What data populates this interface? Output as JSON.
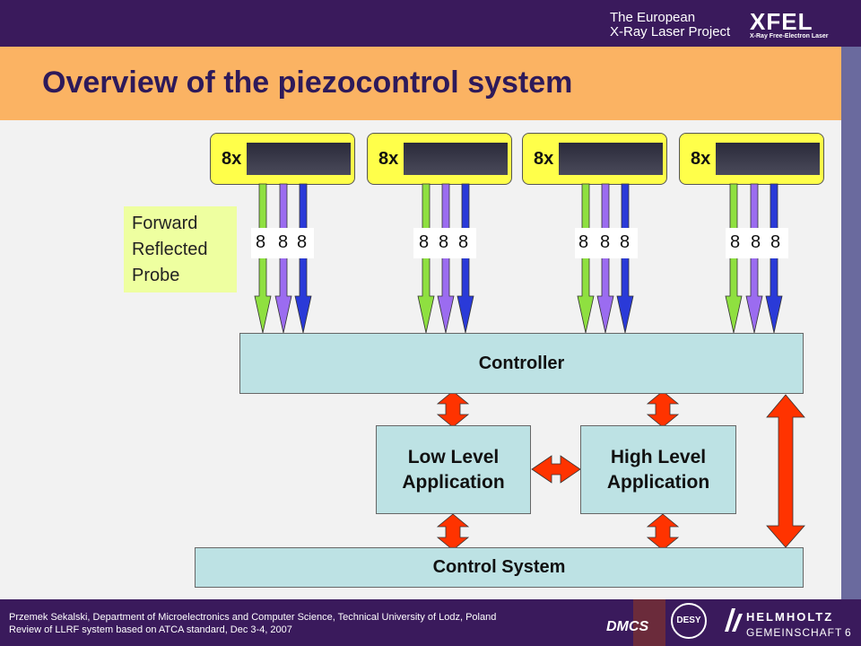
{
  "header": {
    "org_line1": "The European",
    "org_line2": "X-Ray Laser Project",
    "logo": "XFEL",
    "logo_sub": "X-Ray Free-Electron Laser"
  },
  "title": "Overview of the piezocontrol system",
  "legend": {
    "forward": "Forward",
    "reflected": "Reflected",
    "probe": "Probe"
  },
  "cavity_groups": [
    {
      "label": "8x",
      "counts": [
        "8",
        "8",
        "8"
      ]
    },
    {
      "label": "8x",
      "counts": [
        "8",
        "8",
        "8"
      ]
    },
    {
      "label": "8x",
      "counts": [
        "8",
        "8",
        "8"
      ]
    },
    {
      "label": "8x",
      "counts": [
        "8",
        "8",
        "8"
      ]
    }
  ],
  "signal_colors": {
    "forward": "#8fe040",
    "reflected": "#9b6cf0",
    "probe": "#2a3ad8"
  },
  "arrow_color": "#ff3300",
  "blocks": {
    "controller": "Controller",
    "low_level_1": "Low Level",
    "low_level_2": "Application",
    "high_level_1": "High Level",
    "high_level_2": "Application",
    "control_system": "Control System"
  },
  "footer": {
    "line1": "Przemek Sekalski, Department of Microelectronics and Computer Science, Technical University of Lodz, Poland",
    "line2": "Review of LLRF system based on ATCA standard, Dec 3-4, 2007",
    "page": "6",
    "logo_dmcs": "DMCS",
    "logo_desy": "DESY",
    "logo_helmholtz1": "HELMHOLTZ",
    "logo_helmholtz2": "GEMEINSCHAFT"
  }
}
